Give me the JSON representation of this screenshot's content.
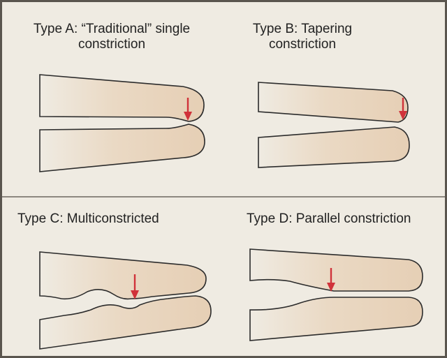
{
  "colors": {
    "background": "#efebe2",
    "tissue_fill": "#ecdcc8",
    "outline": "#2b2b2b",
    "arrow": "#d0323a"
  },
  "icons": [
    "constriction-arrow-icon"
  ],
  "panels": [
    {
      "id": "a",
      "title_lines": [
        "Type A: “Traditional” single",
        "constriction"
      ]
    },
    {
      "id": "b",
      "title_lines": [
        "Type B: Tapering",
        "constriction"
      ]
    },
    {
      "id": "c",
      "title_lines": [
        "Type C: Multiconstricted"
      ]
    },
    {
      "id": "d",
      "title_lines": [
        "Type D: Parallel constriction"
      ]
    }
  ]
}
